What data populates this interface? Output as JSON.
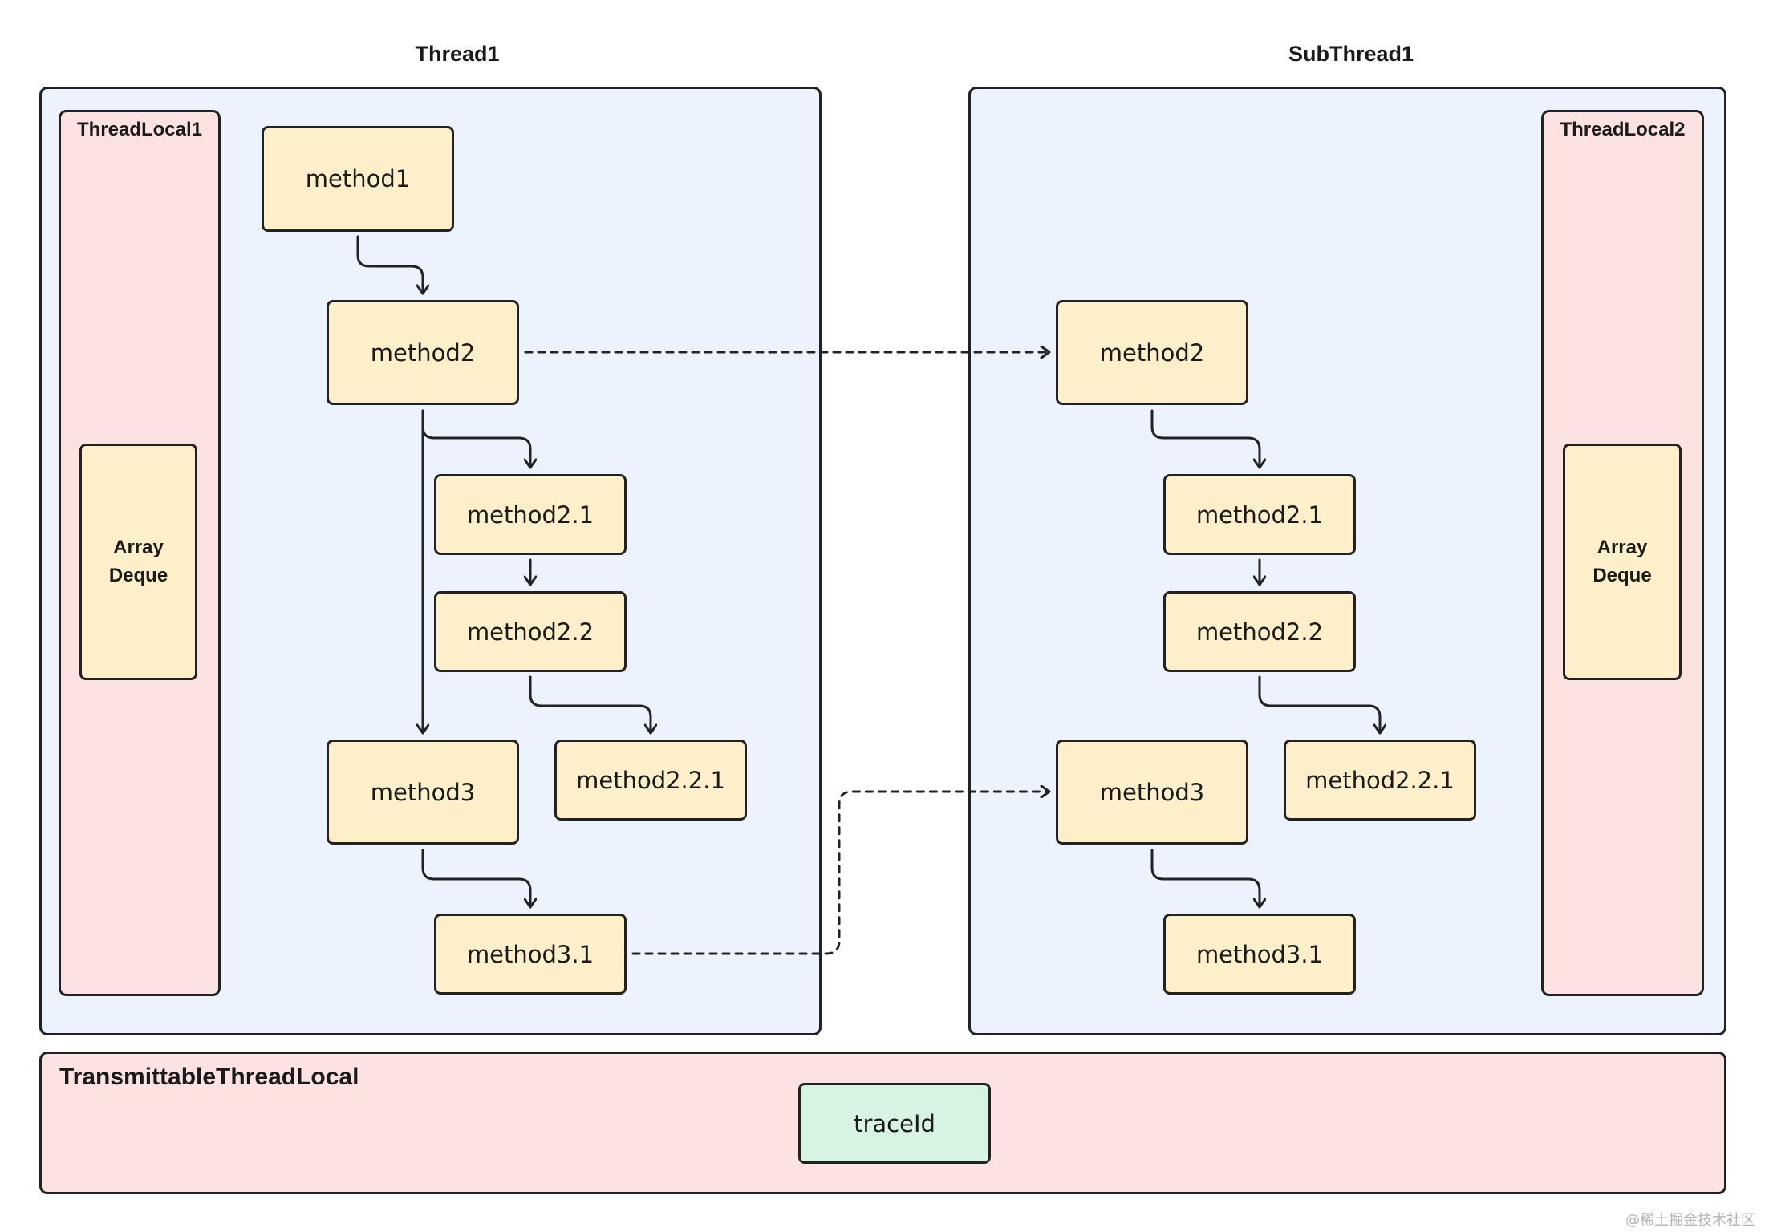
{
  "thread1": {
    "title": "Thread1",
    "threadlocal_label": "ThreadLocal1",
    "deque_line1": "Array",
    "deque_line2": "Deque",
    "nodes": {
      "method1": "method1",
      "method2": "method2",
      "method2_1": "method2.1",
      "method2_2": "method2.2",
      "method2_2_1": "method2.2.1",
      "method3": "method3",
      "method3_1": "method3.1"
    }
  },
  "subthread1": {
    "title": "SubThread1",
    "threadlocal_label": "ThreadLocal2",
    "deque_line1": "Array",
    "deque_line2": "Deque",
    "nodes": {
      "method2": "method2",
      "method2_1": "method2.1",
      "method2_2": "method2.2",
      "method2_2_1": "method2.2.1",
      "method3": "method3",
      "method3_1": "method3.1"
    }
  },
  "transmittable": {
    "label": "TransmittableThreadLocal",
    "trace_label": "traceId"
  },
  "watermark": "@稀土掘金技术社区",
  "colors": {
    "panel_fill": "#ecf2fe",
    "threadlocal_fill": "#fde2e2",
    "node_fill": "#fdefc9",
    "trace_fill": "#d7f3e1",
    "stroke": "#222222"
  }
}
